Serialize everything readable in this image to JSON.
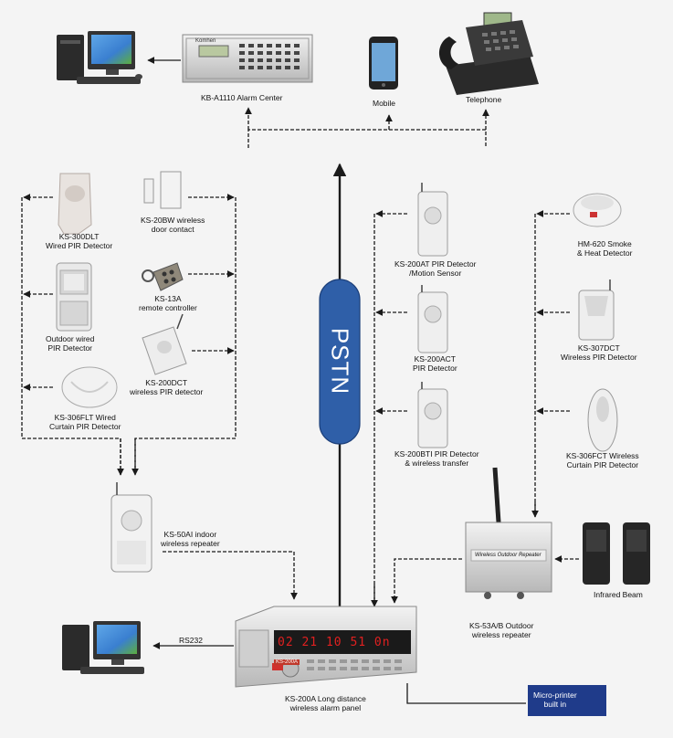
{
  "devices": {
    "alarm_center": {
      "line1": "KB-A1110 Alarm Center",
      "brand": "Komhen"
    },
    "mobile": {
      "line1": "Mobile"
    },
    "telephone": {
      "line1": "Telephone"
    },
    "pstn": {
      "line1": "PSTN"
    },
    "ks300dlt": {
      "line1": "KS-300DLT",
      "line2": "Wired PIR Detector"
    },
    "ks20bw": {
      "line1": "KS-20BW wireless",
      "line2": "door contact"
    },
    "outdoor_wired": {
      "line1": "Outdoor wired",
      "line2": "PIR Detector"
    },
    "ks13a": {
      "line1": "KS-13A",
      "line2": "remote controller"
    },
    "ks200dct": {
      "line1": "KS-200DCT",
      "line2": "wireless PIR detector"
    },
    "ks306flt": {
      "line1": "KS-306FLT Wired",
      "line2": "Curtain PIR Detector"
    },
    "ks200at": {
      "line1": "KS-200AT PIR Detector",
      "line2": "/Motion Sensor"
    },
    "ks200act": {
      "line1": "KS-200ACT",
      "line2": "PIR Detector"
    },
    "ks200bti": {
      "line1": "KS-200BTI PIR Detector",
      "line2": "& wireless transfer"
    },
    "hm620": {
      "line1": "HM-620 Smoke",
      "line2": "& Heat Detector"
    },
    "ks307dct": {
      "line1": "KS-307DCT",
      "line2": "Wireless PIR Detector"
    },
    "ks306fct": {
      "line1": "KS-306FCT Wireless",
      "line2": "Curtain PIR Detector"
    },
    "ks50ai": {
      "line1": "KS-50AI indoor",
      "line2": "wireless repeater"
    },
    "ks53ab": {
      "line1": "KS-53A/B Outdoor",
      "line2": "wireless repeater",
      "panel_text": "Wireless Outdoor Repeater"
    },
    "infrared": {
      "line1": "Infrared Beam"
    },
    "rs232": {
      "line1": "RS232"
    },
    "ks200a": {
      "line1": "KS-200A Long distance",
      "line2": "wireless alarm panel",
      "display": "02 21 10  51  0n",
      "badge": "KS-200A"
    },
    "microprinter": {
      "line1": "Micro-printer",
      "line2": "built in"
    }
  },
  "colors": {
    "line": "#1a1a1a",
    "pstn_fill": "#2f5fa8",
    "printer_fill": "#1f3b8a",
    "panel_display": "#cc1111"
  }
}
